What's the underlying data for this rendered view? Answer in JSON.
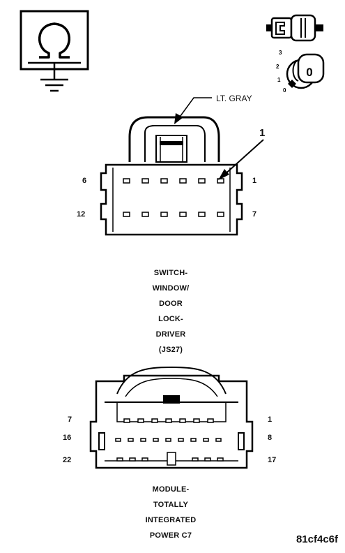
{
  "callout": {
    "color_label": "LT. GRAY",
    "number": "1"
  },
  "ignition_key": {
    "positions": [
      "3",
      "2",
      "1",
      "0"
    ],
    "key_label": "0"
  },
  "connector_js27": {
    "pin_labels": {
      "top_left": "6",
      "top_right": "1",
      "bottom_left": "12",
      "bottom_right": "7"
    },
    "caption": [
      "SWITCH-",
      "WINDOW/",
      "DOOR",
      "LOCK-",
      "DRIVER",
      "(JS27)"
    ]
  },
  "connector_c7": {
    "pin_labels": {
      "row1_left": "7",
      "row1_right": "1",
      "row2_left": "16",
      "row2_right": "8",
      "row3_left": "22",
      "row3_right": "17"
    },
    "caption": [
      "MODULE-",
      "TOTALLY",
      "INTEGRATED",
      "POWER C7"
    ]
  },
  "reference_id": "81cf4c6f"
}
